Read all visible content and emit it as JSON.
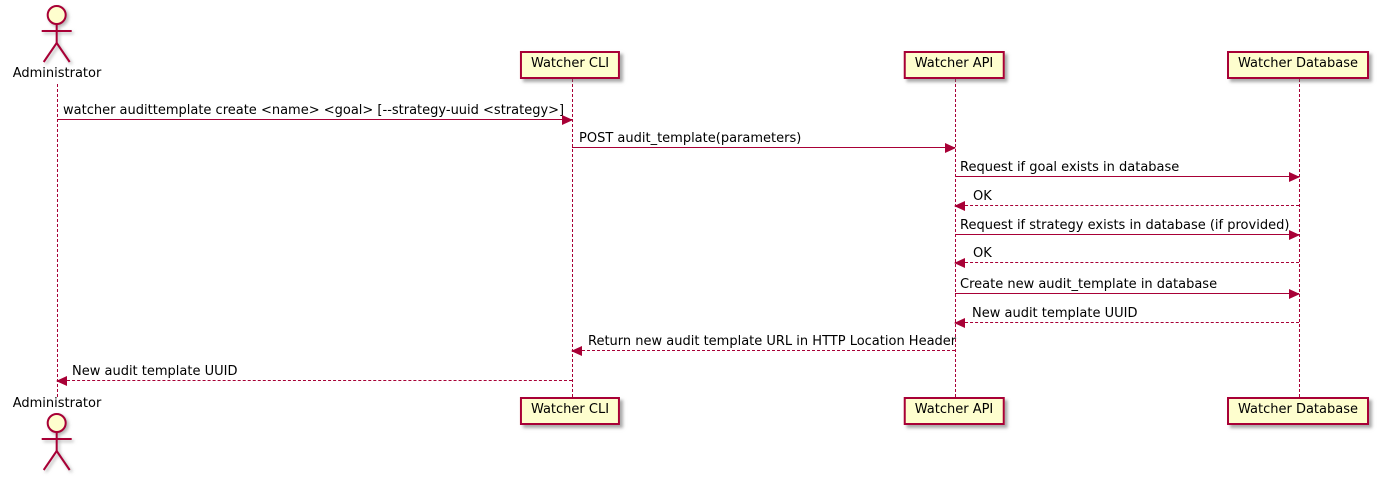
{
  "diagram_type": "sequence-diagram",
  "colors": {
    "line": "#A80036",
    "participant_fill": "#FEFECE",
    "text": "#000000",
    "background": "#FFFFFF"
  },
  "participants": [
    {
      "name": "Administrator",
      "type": "actor"
    },
    {
      "name": "Watcher CLI",
      "type": "participant"
    },
    {
      "name": "Watcher API",
      "type": "participant"
    },
    {
      "name": "Watcher Database",
      "type": "participant"
    }
  ],
  "messages": [
    {
      "from": "Administrator",
      "to": "Watcher CLI",
      "style": "solid",
      "text": "watcher audittemplate create <name> <goal> [--strategy-uuid <strategy>]"
    },
    {
      "from": "Watcher CLI",
      "to": "Watcher API",
      "style": "solid",
      "text": "POST audit_template(parameters)"
    },
    {
      "from": "Watcher API",
      "to": "Watcher Database",
      "style": "solid",
      "text": "Request if goal exists in database"
    },
    {
      "from": "Watcher Database",
      "to": "Watcher API",
      "style": "dashed",
      "text": "OK"
    },
    {
      "from": "Watcher API",
      "to": "Watcher Database",
      "style": "solid",
      "text": "Request if strategy exists in database (if provided)"
    },
    {
      "from": "Watcher Database",
      "to": "Watcher API",
      "style": "dashed",
      "text": "OK"
    },
    {
      "from": "Watcher API",
      "to": "Watcher Database",
      "style": "solid",
      "text": "Create new audit_template in database"
    },
    {
      "from": "Watcher Database",
      "to": "Watcher API",
      "style": "dashed",
      "text": "New audit template UUID"
    },
    {
      "from": "Watcher API",
      "to": "Watcher CLI",
      "style": "dashed",
      "text": "Return new audit template URL in HTTP Location Header"
    },
    {
      "from": "Watcher CLI",
      "to": "Administrator",
      "style": "dashed",
      "text": "New audit template UUID"
    }
  ]
}
